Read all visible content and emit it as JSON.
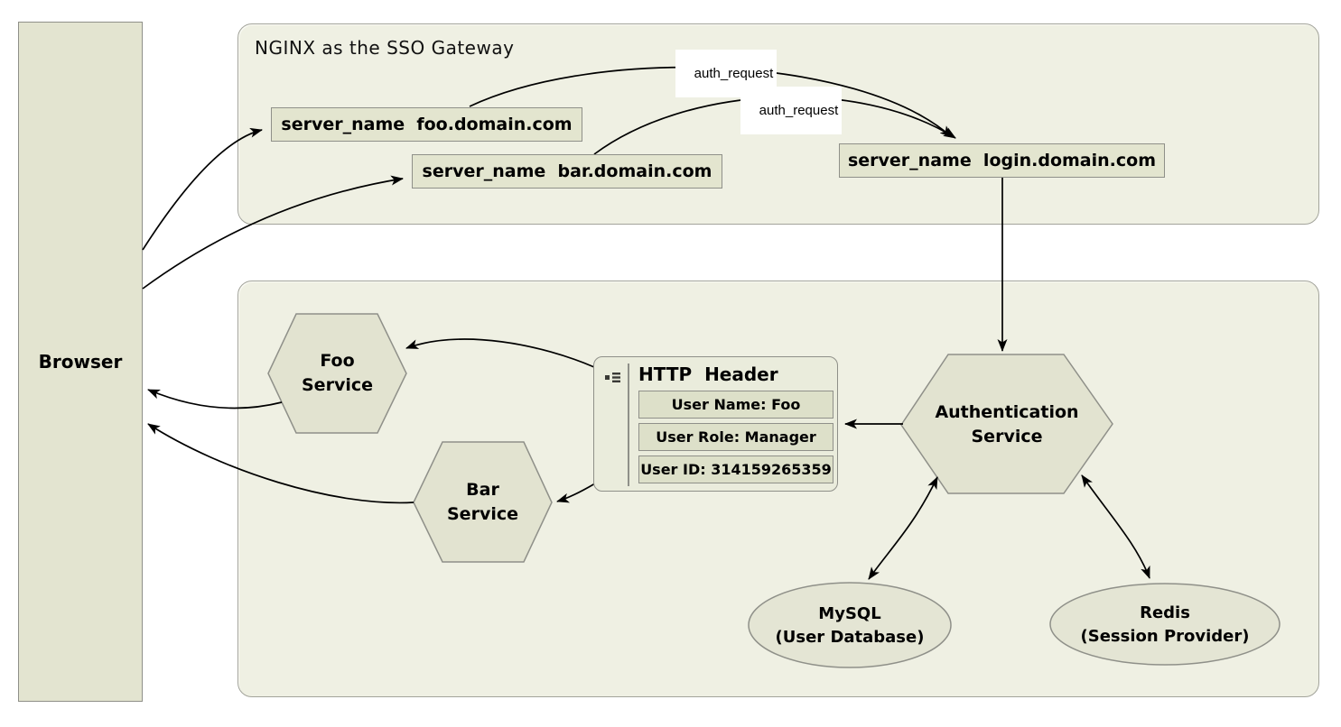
{
  "diagram": {
    "browser": {
      "label": "Browser"
    },
    "nginx_gateway": {
      "title": "NGINX as the SSO Gateway",
      "servers": [
        {
          "label": "server_name  foo.domain.com"
        },
        {
          "label": "server_name  bar.domain.com"
        },
        {
          "label": "server_name  login.domain.com"
        }
      ],
      "edge_labels": [
        {
          "label": "auth_request"
        },
        {
          "label": "auth_request"
        }
      ]
    },
    "services": {
      "foo": {
        "line1": "Foo",
        "line2": "Service"
      },
      "bar": {
        "line1": "Bar",
        "line2": "Service"
      },
      "auth": {
        "line1": "Authentication",
        "line2": "Service"
      }
    },
    "http_header": {
      "title": "HTTP  Header",
      "icon": "list-icon",
      "rows": [
        "User Name: Foo",
        "User Role: Manager",
        "User ID: 314159265359"
      ]
    },
    "datastores": {
      "mysql": {
        "line1": "MySQL",
        "line2": "(User Database)"
      },
      "redis": {
        "line1": "Redis",
        "line2": "(Session Provider)"
      }
    },
    "colors": {
      "group_fill": "#eff0e3",
      "node_fill": "#e3e5cf",
      "row_fill": "#dde0c9",
      "border": "#8f9089",
      "arrow": "#000000",
      "background": "#ffffff"
    }
  }
}
